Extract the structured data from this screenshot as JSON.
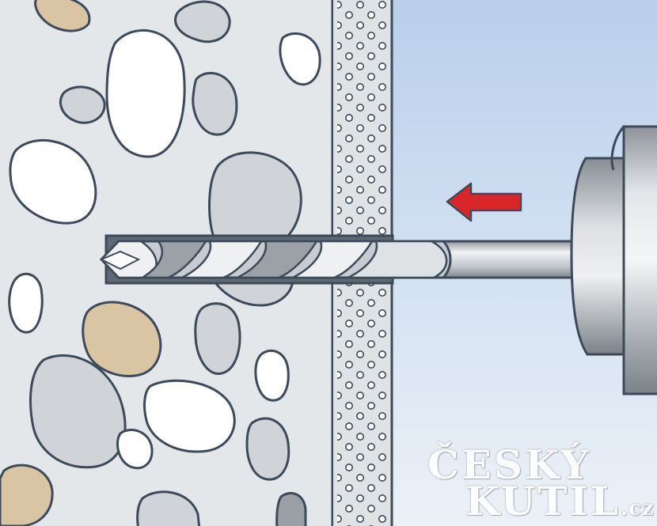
{
  "watermark": {
    "line1": "ČESKÝ",
    "line2": "KUTIL",
    "suffix": ".cz"
  },
  "colors": {
    "background_air": "#c9daf0",
    "concrete": "#e4e7ea",
    "insulation": "#dfe3e6",
    "outline": "#3c4a5a",
    "stone_white": "#ffffff",
    "stone_grey": "#d0d4d8",
    "stone_tan": "#d9c4a4",
    "arrow": "#d8262a",
    "drill_bit": "#c6ccd1",
    "chuck": "#b8bdc2"
  },
  "icons": {
    "direction": "arrow-left-icon"
  }
}
